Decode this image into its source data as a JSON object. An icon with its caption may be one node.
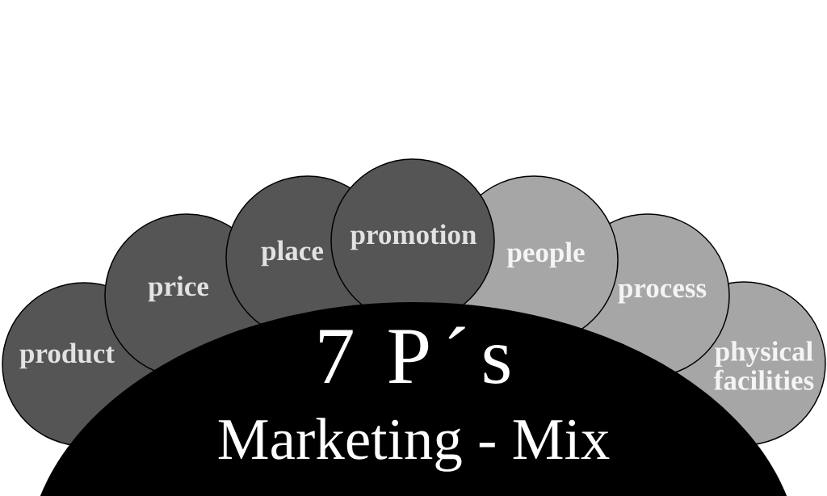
{
  "diagram": {
    "nodes": [
      {
        "text": [
          "product"
        ]
      },
      {
        "text": [
          "price"
        ]
      },
      {
        "text": [
          "place"
        ]
      },
      {
        "text": [
          "promotion"
        ]
      },
      {
        "text": [
          "people"
        ]
      },
      {
        "text": [
          "process"
        ]
      },
      {
        "text": [
          "physical facilities"
        ]
      },
      {
        "text": [
          "7 P´s",
          "Marketing - Mix"
        ]
      }
    ]
  }
}
